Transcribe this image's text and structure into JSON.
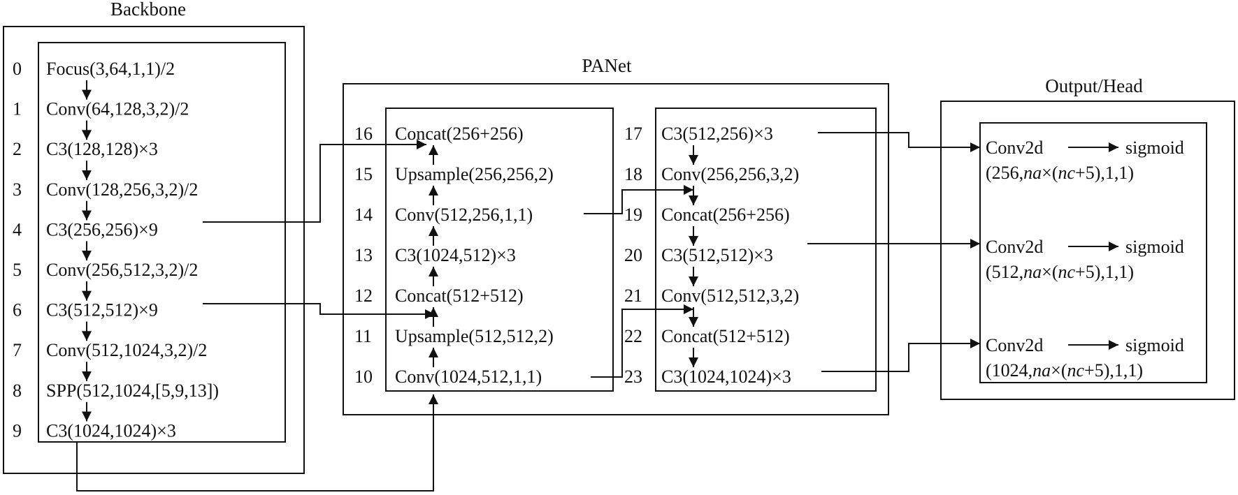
{
  "backbone": {
    "title": "Backbone",
    "rows": [
      {
        "idx": "0",
        "label": "Focus(3,64,1,1)/2"
      },
      {
        "idx": "1",
        "label": "Conv(64,128,3,2)/2"
      },
      {
        "idx": "2",
        "label": "C3(128,128)×3"
      },
      {
        "idx": "3",
        "label": "Conv(128,256,3,2)/2"
      },
      {
        "idx": "4",
        "label": "C3(256,256)×9"
      },
      {
        "idx": "5",
        "label": "Conv(256,512,3,2)/2"
      },
      {
        "idx": "6",
        "label": "C3(512,512)×9"
      },
      {
        "idx": "7",
        "label": "Conv(512,1024,3,2)/2"
      },
      {
        "idx": "8",
        "label": "SPP(512,1024,[5,9,13])"
      },
      {
        "idx": "9",
        "label": "C3(1024,1024)×3"
      }
    ]
  },
  "panet": {
    "title": "PANet",
    "left": [
      {
        "idx": "16",
        "label": "Concat(256+256)"
      },
      {
        "idx": "15",
        "label": "Upsample(256,256,2)"
      },
      {
        "idx": "14",
        "label": "Conv(512,256,1,1)"
      },
      {
        "idx": "13",
        "label": "C3(1024,512)×3"
      },
      {
        "idx": "12",
        "label": "Concat(512+512)"
      },
      {
        "idx": "11",
        "label": "Upsample(512,512,2)"
      },
      {
        "idx": "10",
        "label": "Conv(1024,512,1,1)"
      }
    ],
    "right": [
      {
        "idx": "17",
        "label": "C3(512,256)×3"
      },
      {
        "idx": "18",
        "label": "Conv(256,256,3,2)"
      },
      {
        "idx": "19",
        "label": "Concat(256+256)"
      },
      {
        "idx": "20",
        "label": "C3(512,512)×3"
      },
      {
        "idx": "21",
        "label": "Conv(512,512,3,2)"
      },
      {
        "idx": "22",
        "label": "Concat(512+512)"
      },
      {
        "idx": "23",
        "label": "C3(1024,1024)×3"
      }
    ]
  },
  "head": {
    "title": "Output/Head",
    "outputs": [
      {
        "op": "Conv2d",
        "act": "sigmoid",
        "pre": "(256,",
        "na": "na",
        "mid": "×(",
        "nc": "nc",
        "post": "+5),1,1)"
      },
      {
        "op": "Conv2d",
        "act": "sigmoid",
        "pre": "(512,",
        "na": "na",
        "mid": "×(",
        "nc": "nc",
        "post": "+5),1,1)"
      },
      {
        "op": "Conv2d",
        "act": "sigmoid",
        "pre": "(1024,",
        "na": "na",
        "mid": "×(",
        "nc": "nc",
        "post": "+5),1,1)"
      }
    ]
  },
  "colors": {
    "stroke": "#111111",
    "background": "#ffffff"
  }
}
